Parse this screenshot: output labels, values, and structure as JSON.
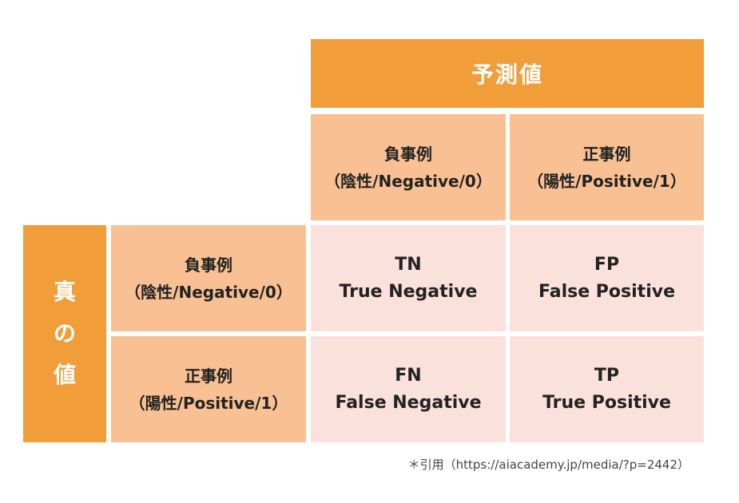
{
  "predicted_header": "予測値",
  "truth_header": [
    "真",
    "の",
    "値"
  ],
  "columns": [
    {
      "label": "負事例",
      "sublabel": "（陰性/Negative/0）"
    },
    {
      "label": "正事例",
      "sublabel": "（陽性/Positive/1）"
    }
  ],
  "rows": [
    {
      "label": "負事例",
      "sublabel": "（陰性/Negative/0）"
    },
    {
      "label": "正事例",
      "sublabel": "（陽性/Positive/1）"
    }
  ],
  "cells": {
    "tn": {
      "abbr": "TN",
      "name": "True Negative"
    },
    "fp": {
      "abbr": "FP",
      "name": "False Positive"
    },
    "fn": {
      "abbr": "FN",
      "name": "False Negative"
    },
    "tp": {
      "abbr": "TP",
      "name": "True Positive"
    }
  },
  "citation": "＊引用（https://aiacademy.jp/media/?p=2442）",
  "colors": {
    "header_orange": "#f09d3a",
    "label_peach": "#f9c193",
    "cell_pink": "#fbe1db"
  }
}
